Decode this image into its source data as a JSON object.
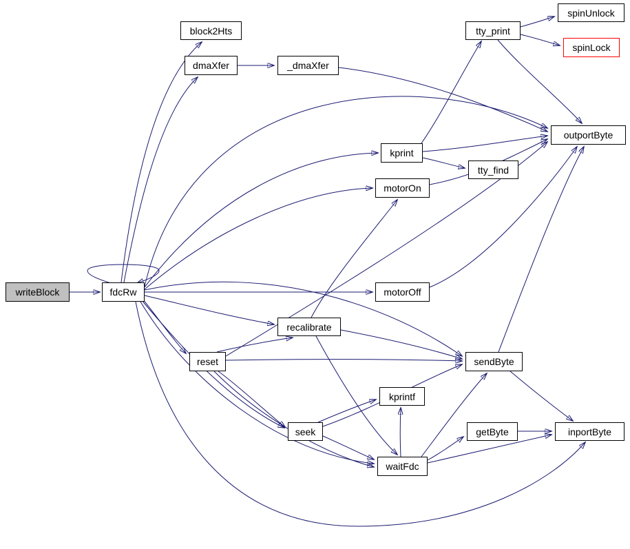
{
  "diagram": {
    "type": "call-graph",
    "root": "writeBlock",
    "nodes": {
      "writeBlock": {
        "label": "writeBlock",
        "style": "root"
      },
      "fdcRw": {
        "label": "fdcRw"
      },
      "block2Hts": {
        "label": "block2Hts"
      },
      "dmaXfer": {
        "label": "dmaXfer"
      },
      "_dmaXfer": {
        "label": "_dmaXfer"
      },
      "tty_print": {
        "label": "tty_print"
      },
      "spinUnlock": {
        "label": "spinUnlock"
      },
      "spinLock": {
        "label": "spinLock",
        "style": "truncated"
      },
      "outportByte": {
        "label": "outportByte"
      },
      "kprint": {
        "label": "kprint"
      },
      "tty_find": {
        "label": "tty_find"
      },
      "motorOn": {
        "label": "motorOn"
      },
      "motorOff": {
        "label": "motorOff"
      },
      "recalibrate": {
        "label": "recalibrate"
      },
      "reset": {
        "label": "reset"
      },
      "sendByte": {
        "label": "sendByte"
      },
      "kprintf": {
        "label": "kprintf"
      },
      "seek": {
        "label": "seek"
      },
      "getByte": {
        "label": "getByte"
      },
      "inportByte": {
        "label": "inportByte"
      },
      "waitFdc": {
        "label": "waitFdc"
      }
    },
    "edges": [
      {
        "from": "writeBlock",
        "to": "fdcRw"
      },
      {
        "from": "fdcRw",
        "to": "fdcRw"
      },
      {
        "from": "fdcRw",
        "to": "block2Hts"
      },
      {
        "from": "fdcRw",
        "to": "dmaXfer"
      },
      {
        "from": "fdcRw",
        "to": "kprint"
      },
      {
        "from": "fdcRw",
        "to": "motorOn"
      },
      {
        "from": "fdcRw",
        "to": "motorOff"
      },
      {
        "from": "fdcRw",
        "to": "recalibrate"
      },
      {
        "from": "fdcRw",
        "to": "reset"
      },
      {
        "from": "fdcRw",
        "to": "sendByte"
      },
      {
        "from": "fdcRw",
        "to": "seek"
      },
      {
        "from": "fdcRw",
        "to": "waitFdc"
      },
      {
        "from": "fdcRw",
        "to": "outportByte"
      },
      {
        "from": "fdcRw",
        "to": "inportByte"
      },
      {
        "from": "dmaXfer",
        "to": "_dmaXfer"
      },
      {
        "from": "_dmaXfer",
        "to": "outportByte"
      },
      {
        "from": "kprint",
        "to": "tty_print"
      },
      {
        "from": "kprint",
        "to": "tty_find"
      },
      {
        "from": "kprint",
        "to": "outportByte"
      },
      {
        "from": "tty_print",
        "to": "spinUnlock"
      },
      {
        "from": "tty_print",
        "to": "spinLock"
      },
      {
        "from": "tty_print",
        "to": "outportByte"
      },
      {
        "from": "motorOn",
        "to": "outportByte"
      },
      {
        "from": "motorOff",
        "to": "outportByte"
      },
      {
        "from": "recalibrate",
        "to": "motorOn"
      },
      {
        "from": "recalibrate",
        "to": "sendByte"
      },
      {
        "from": "recalibrate",
        "to": "waitFdc"
      },
      {
        "from": "reset",
        "to": "recalibrate"
      },
      {
        "from": "reset",
        "to": "sendByte"
      },
      {
        "from": "reset",
        "to": "seek"
      },
      {
        "from": "reset",
        "to": "outportByte"
      },
      {
        "from": "reset",
        "to": "waitFdc"
      },
      {
        "from": "seek",
        "to": "sendByte"
      },
      {
        "from": "seek",
        "to": "waitFdc"
      },
      {
        "from": "seek",
        "to": "kprintf"
      },
      {
        "from": "waitFdc",
        "to": "kprintf"
      },
      {
        "from": "waitFdc",
        "to": "getByte"
      },
      {
        "from": "waitFdc",
        "to": "sendByte"
      },
      {
        "from": "waitFdc",
        "to": "inportByte"
      },
      {
        "from": "getByte",
        "to": "inportByte"
      },
      {
        "from": "sendByte",
        "to": "outportByte"
      },
      {
        "from": "sendByte",
        "to": "inportByte"
      }
    ],
    "colors": {
      "edge": "#191970",
      "node_border": "#000000",
      "node_fill": "#ffffff",
      "root_fill": "#c0c0c0",
      "truncated_border": "#ff0000",
      "background": "#ffffff"
    }
  }
}
